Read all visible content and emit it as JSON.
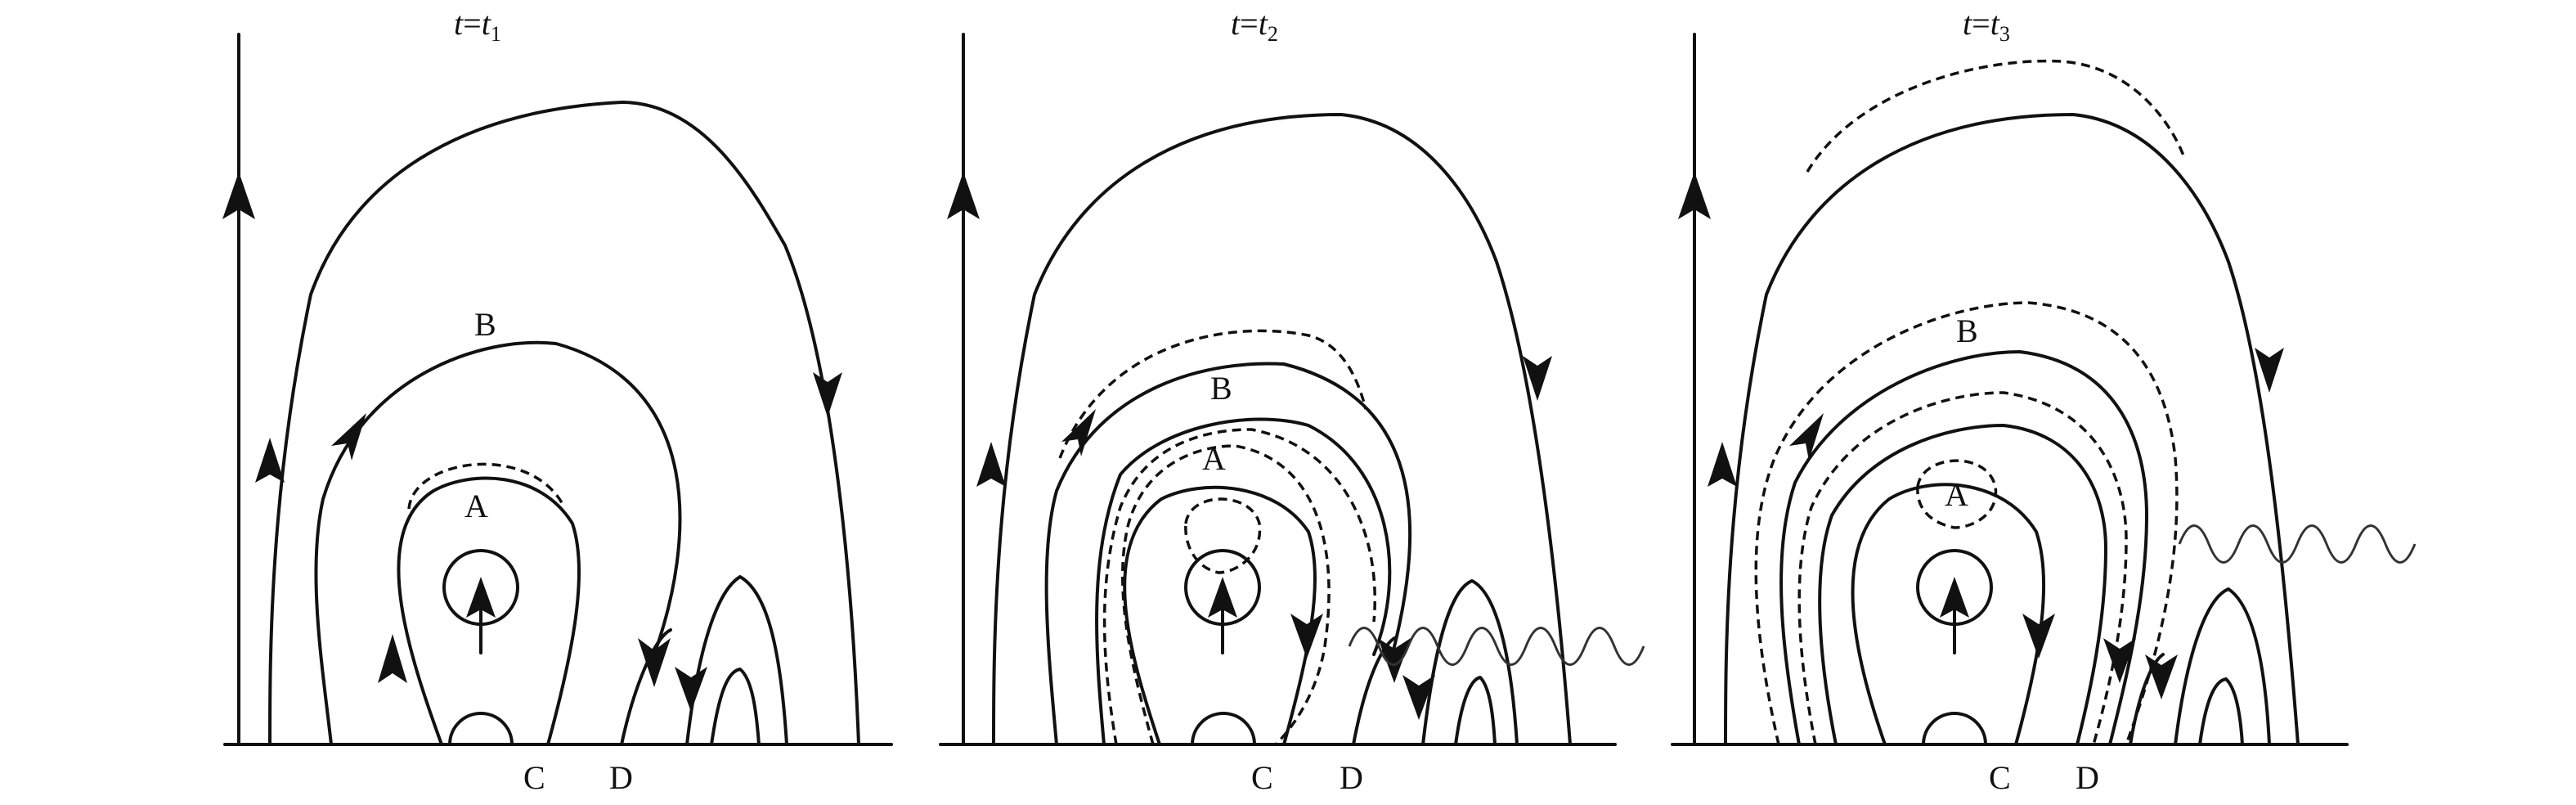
{
  "panels": [
    {
      "title_var": "t",
      "title_eq": "=",
      "title_sub_var": "t",
      "title_sub": "1",
      "labels": {
        "A": "A",
        "B": "B",
        "C": "C",
        "D": "D"
      }
    },
    {
      "title_var": "t",
      "title_eq": "=",
      "title_sub_var": "t",
      "title_sub": "2",
      "labels": {
        "A": "A",
        "B": "B",
        "C": "C",
        "D": "D"
      }
    },
    {
      "title_var": "t",
      "title_eq": "=",
      "title_sub_var": "t",
      "title_sub": "3",
      "labels": {
        "A": "A",
        "B": "B",
        "C": "C",
        "D": "D"
      }
    }
  ]
}
